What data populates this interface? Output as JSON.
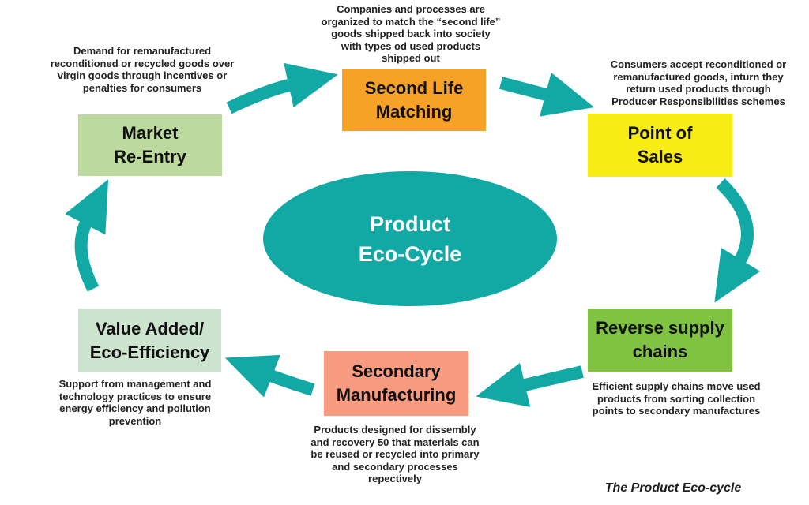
{
  "title": "Product Eco-Cycle diagram",
  "colors": {
    "arrow_teal": "#12A9A5",
    "center_ellipse_fill": "#12A9A5",
    "market_re_entry_fill": "#BCDA9E",
    "second_life_matching_fill": "#F5A226",
    "point_of_sales_fill": "#F8EC15",
    "reverse_supply_chains_fill": "#80C241",
    "secondary_manufacturing_fill": "#F69B80",
    "value_added_fill": "#CCE4CD"
  },
  "center": {
    "label": "Product\nEco-Cycle"
  },
  "nodes": {
    "market_re_entry": {
      "label": "Market\nRe-Entry"
    },
    "second_life_matching": {
      "label": "Second Life\nMatching"
    },
    "point_of_sales": {
      "label": "Point of\nSales"
    },
    "reverse_supply_chains": {
      "label": "Reverse supply\nchains"
    },
    "secondary_manufacturing": {
      "label": "Secondary\nManufacturing"
    },
    "value_added": {
      "label": "Value Added/\nEco-Efficiency"
    }
  },
  "annotations": {
    "market_re_entry": "Demand for remanufactured\nreconditioned or recycled goods over\nvirgin goods through incentives or\npenalties for consumers",
    "second_life_matching": "Companies and processes are\norganized to match the “second life”\ngoods shipped back into society\nwith types od used products\nshipped out",
    "point_of_sales": "Consumers accept reconditioned or\nremanufactured goods, inturn they\nreturn used products through\nProducer Responsibilities schemes",
    "reverse_supply_chains": "Efficient supply chains move used\nproducts from sorting collection\npoints to secondary manufactures",
    "secondary_manufacturing": "Products designed for dissembly\nand recovery 50 that materials can\nbe reused or recycled into primary\nand secondary processes\nrepectively",
    "value_added": "Support from management and\ntechnology practices to ensure\nenergy efficiency and pollution\nprevention"
  },
  "caption": "The Product Eco-cycle"
}
